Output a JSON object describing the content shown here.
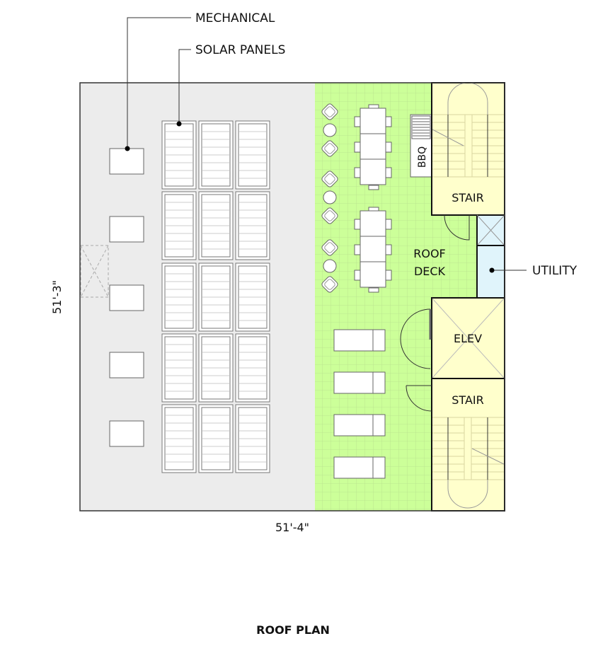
{
  "labels": {
    "mechanical": "MECHANICAL",
    "solar_panels": "SOLAR PANELS",
    "utility": "UTILITY"
  },
  "rooms": {
    "stair_top": "STAIR",
    "roof_deck_line1": "ROOF",
    "roof_deck_line2": "DECK",
    "elev": "ELEV",
    "stair_bottom": "STAIR",
    "bbq": "BBQ"
  },
  "dimensions": {
    "height": "51'-3\"",
    "width": "51'-4\""
  },
  "title": "ROOF PLAN",
  "colors": {
    "roof": "#ececec",
    "deck": "#ccff99",
    "stair": "#ffffcc",
    "utility": "#e0f4fb"
  }
}
